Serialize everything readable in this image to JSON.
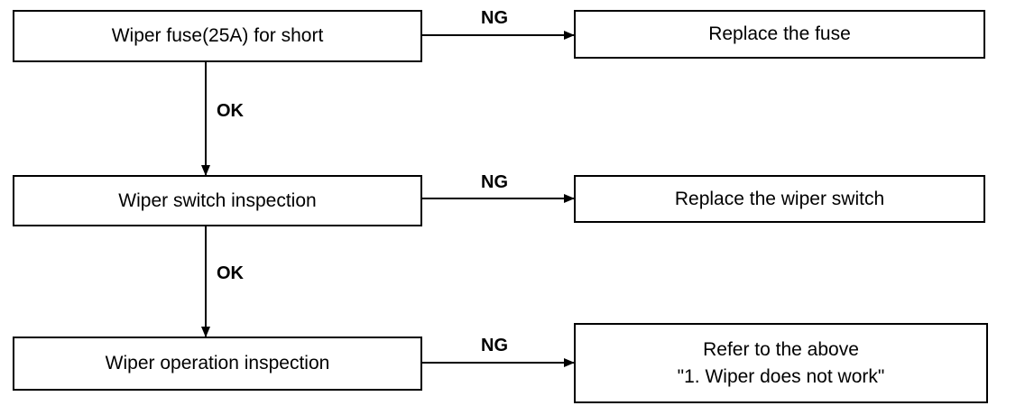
{
  "flow": {
    "steps": [
      {
        "check": "Wiper fuse(25A) for short",
        "fail_label": "NG",
        "action": [
          "Replace the fuse"
        ],
        "pass_label": "OK"
      },
      {
        "check": "Wiper switch inspection",
        "fail_label": "NG",
        "action": [
          "Replace the wiper switch"
        ],
        "pass_label": "OK"
      },
      {
        "check": "Wiper operation inspection",
        "fail_label": "NG",
        "action": [
          "Refer to the above",
          "\"1. Wiper does not work\""
        ]
      }
    ]
  }
}
